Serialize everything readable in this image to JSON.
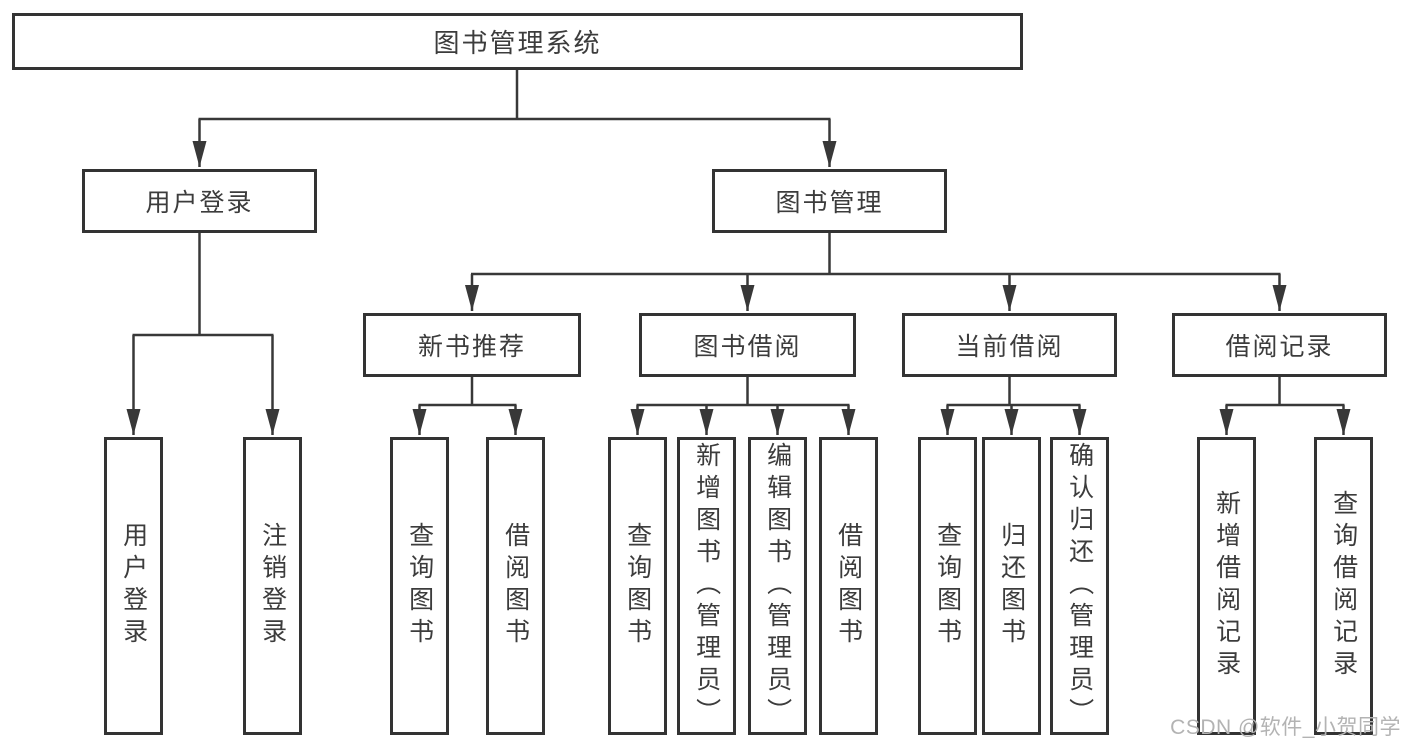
{
  "diagram": {
    "type": "hierarchy-tree",
    "root": {
      "label": "图书管理系统",
      "children": [
        {
          "label": "用户登录",
          "children": [
            {
              "label": "用户登录"
            },
            {
              "label": "注销登录"
            }
          ]
        },
        {
          "label": "图书管理",
          "children": [
            {
              "label": "新书推荐",
              "children": [
                {
                  "label": "查询图书"
                },
                {
                  "label": "借阅图书"
                }
              ]
            },
            {
              "label": "图书借阅",
              "children": [
                {
                  "label": "查询图书"
                },
                {
                  "label": "新增图书（管理员）"
                },
                {
                  "label": "编辑图书（管理员）"
                },
                {
                  "label": "借阅图书"
                }
              ]
            },
            {
              "label": "当前借阅",
              "children": [
                {
                  "label": "查询图书"
                },
                {
                  "label": "归还图书"
                },
                {
                  "label": "确认归还（管理员）"
                }
              ]
            },
            {
              "label": "借阅记录",
              "children": [
                {
                  "label": "新增借阅记录"
                },
                {
                  "label": "查询借阅记录"
                }
              ]
            }
          ]
        }
      ]
    }
  },
  "watermark": {
    "text": "CSDN @软件_小贺同学"
  },
  "colors": {
    "background": "#ffffff",
    "box_border": "#333333",
    "connector_line": "#383838",
    "text": "#3c3c3c",
    "watermark_text": "#b3b3b3"
  }
}
